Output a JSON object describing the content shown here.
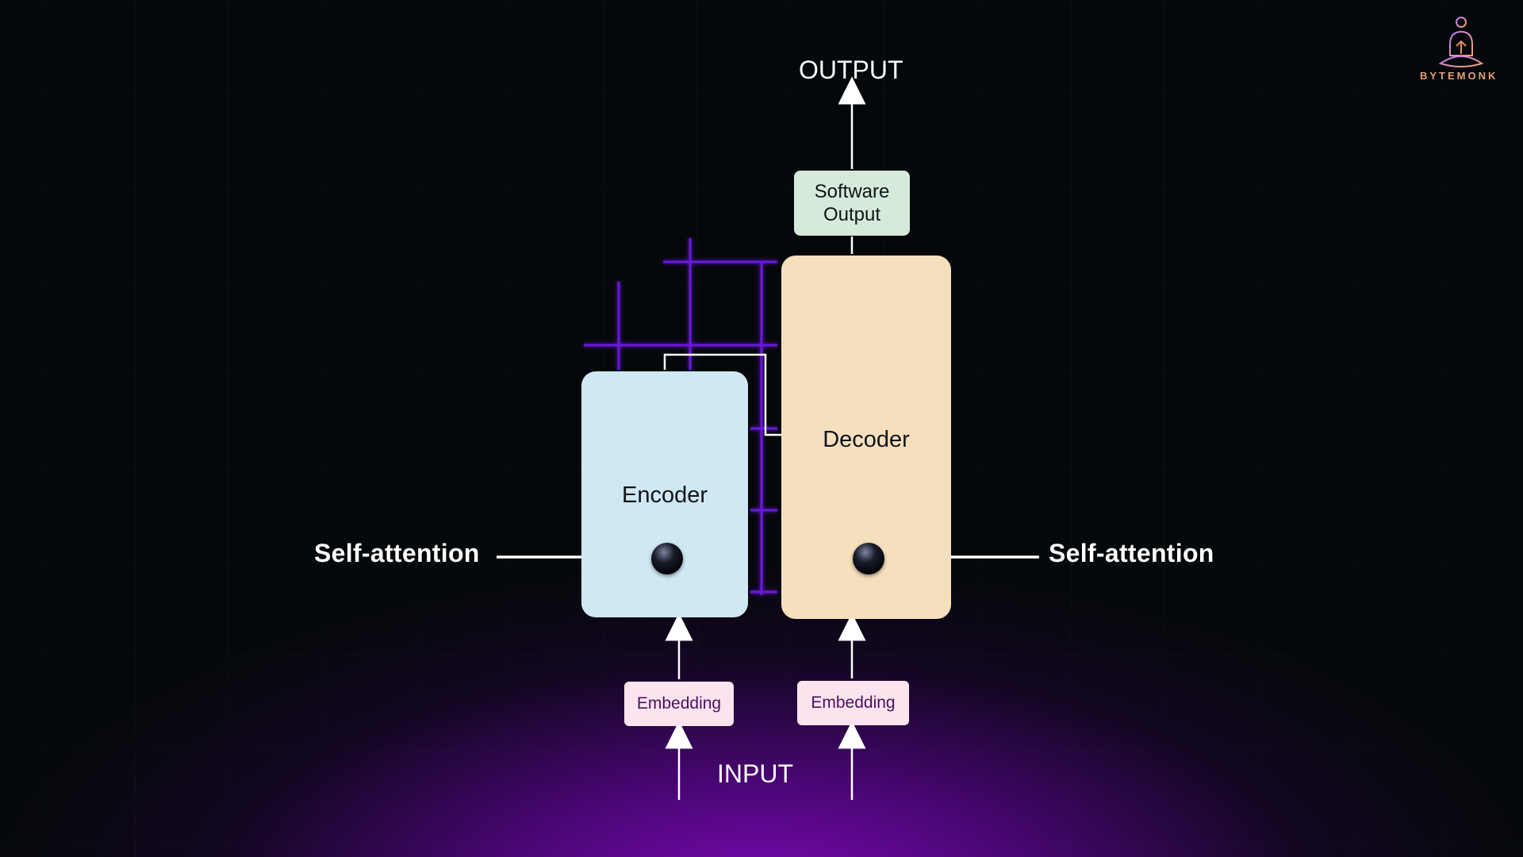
{
  "diagram": {
    "output_label": "OUTPUT",
    "input_label": "INPUT",
    "softmax_line1": "Software",
    "softmax_line2": "Output",
    "encoder_label": "Encoder",
    "decoder_label": "Decoder",
    "embedding_encoder": "Embedding",
    "embedding_decoder": "Embedding",
    "self_attention_left": "Self-attention",
    "self_attention_right": "Self-attention"
  },
  "logo": {
    "text": "BYTEMONK",
    "icon": "meditating-monk-icon"
  },
  "colors": {
    "background": "#05080a",
    "glow": "#8208be",
    "encoder_fill": "#cfe8f3",
    "decoder_fill": "#f5dfbd",
    "softmax_fill": "#d6eada",
    "embedding_fill": "#fbe4ee",
    "connector_glow": "#7a1cff"
  }
}
